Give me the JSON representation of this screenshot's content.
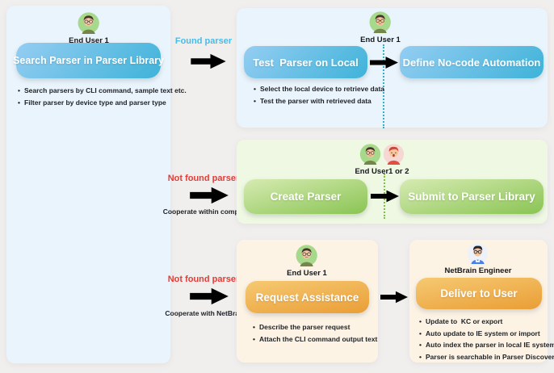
{
  "colors": {
    "page_bg": "#f1efee",
    "blue_panel": "#eaf4fc",
    "green_panel": "#eff8e2",
    "orange_panel": "#fdf3e5",
    "blue_accent": "#46bce9",
    "red_accent": "#e23c36",
    "green_accent": "#7cc242",
    "orange_accent": "#f2aa47",
    "teal_dotted_line": "#2fb0c4"
  },
  "search": {
    "actor": "End User 1",
    "button": "Search Parser in Parser Library",
    "bullets": [
      "Search parsers by CLI command, sample text etc.",
      "Filter parser by device type and parser type"
    ]
  },
  "found_flow": {
    "label": "Found parser",
    "actor": "End User 1",
    "test_button": "Test  Parser on Local",
    "test_bullets": [
      "Select the local device to retrieve data",
      "Test the parser with retrieved data"
    ],
    "define_button": "Define No-code Automation"
  },
  "company_flow": {
    "label": "Not found parser",
    "sublabel": "Cooperate within company",
    "actor": "End User1 or 2",
    "create_button": "Create Parser",
    "submit_button": "Submit to Parser Library"
  },
  "netbrain_flow": {
    "label": "Not found parser",
    "sublabel": "Cooperate with NetBrain",
    "requester_actor": "End User 1",
    "request_button": "Request Assistance",
    "request_bullets": [
      "Describe the parser request",
      "Attach the CLI command output text"
    ],
    "engineer_actor": "NetBrain Engineer",
    "deliver_button": "Deliver to User",
    "deliver_bullets": [
      "Update to  KC or export",
      "Auto update to IE system or import",
      "Auto index the parser in local IE system",
      "Parser is searchable in Parser Discovery"
    ]
  },
  "icons": {
    "end_user_1": "male-avatar-glasses-green",
    "end_user_2": "male-avatar-redhead-pink",
    "netbrain_engineer": "male-avatar-engineer-blue"
  }
}
